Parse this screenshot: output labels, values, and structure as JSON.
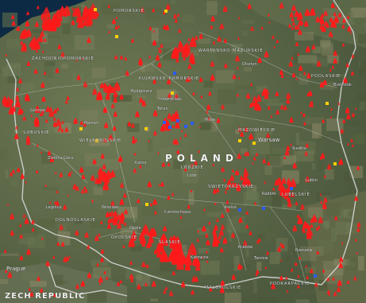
{
  "map": {
    "country_label": "POLAND",
    "neighbor_label": "ZECH REPUBLIC",
    "region_labels": [
      "POMORSKIE",
      "WARMINSKO-MAZURSKIE",
      "ZACHODNIOPOMORSKIE",
      "KUJAWSKO-POMORSKIE",
      "WIELKOPOLSKIE",
      "LUBUSKIE",
      "MAZOWIECKIE",
      "LODZKIE",
      "PODLASKIE",
      "DOLNOSLASKIE",
      "OPOLSKIE",
      "SLASKIE",
      "SWIETOKRZYSKIE",
      "LUBELSKIE",
      "PODKARPACKIE",
      "MALOPOLSKIE"
    ],
    "city_labels": [
      "Warsaw",
      "Bialystok",
      "Lodz",
      "Poznan",
      "Wroclaw",
      "Prague",
      "Olsztyn",
      "Bydgoszcz",
      "Torun",
      "Plock",
      "Radom",
      "Kielce",
      "Lublin",
      "Czestochowa",
      "Opole",
      "Katowice",
      "Rzeszow",
      "Krakow",
      "Siedlce",
      "Legnica",
      "Zielona Gora",
      "Gorzow",
      "Kalisz",
      "Inowroclaw",
      "Tarnow"
    ],
    "colors": {
      "fire_marker": "#ff1a1a",
      "yellow_marker": "#ffd000",
      "blue_marker": "#2a5cff",
      "water": "#0c2a44",
      "land_base": "#5d6a4a",
      "border": "#d8d8d8",
      "label": "#f2f2f2"
    }
  }
}
